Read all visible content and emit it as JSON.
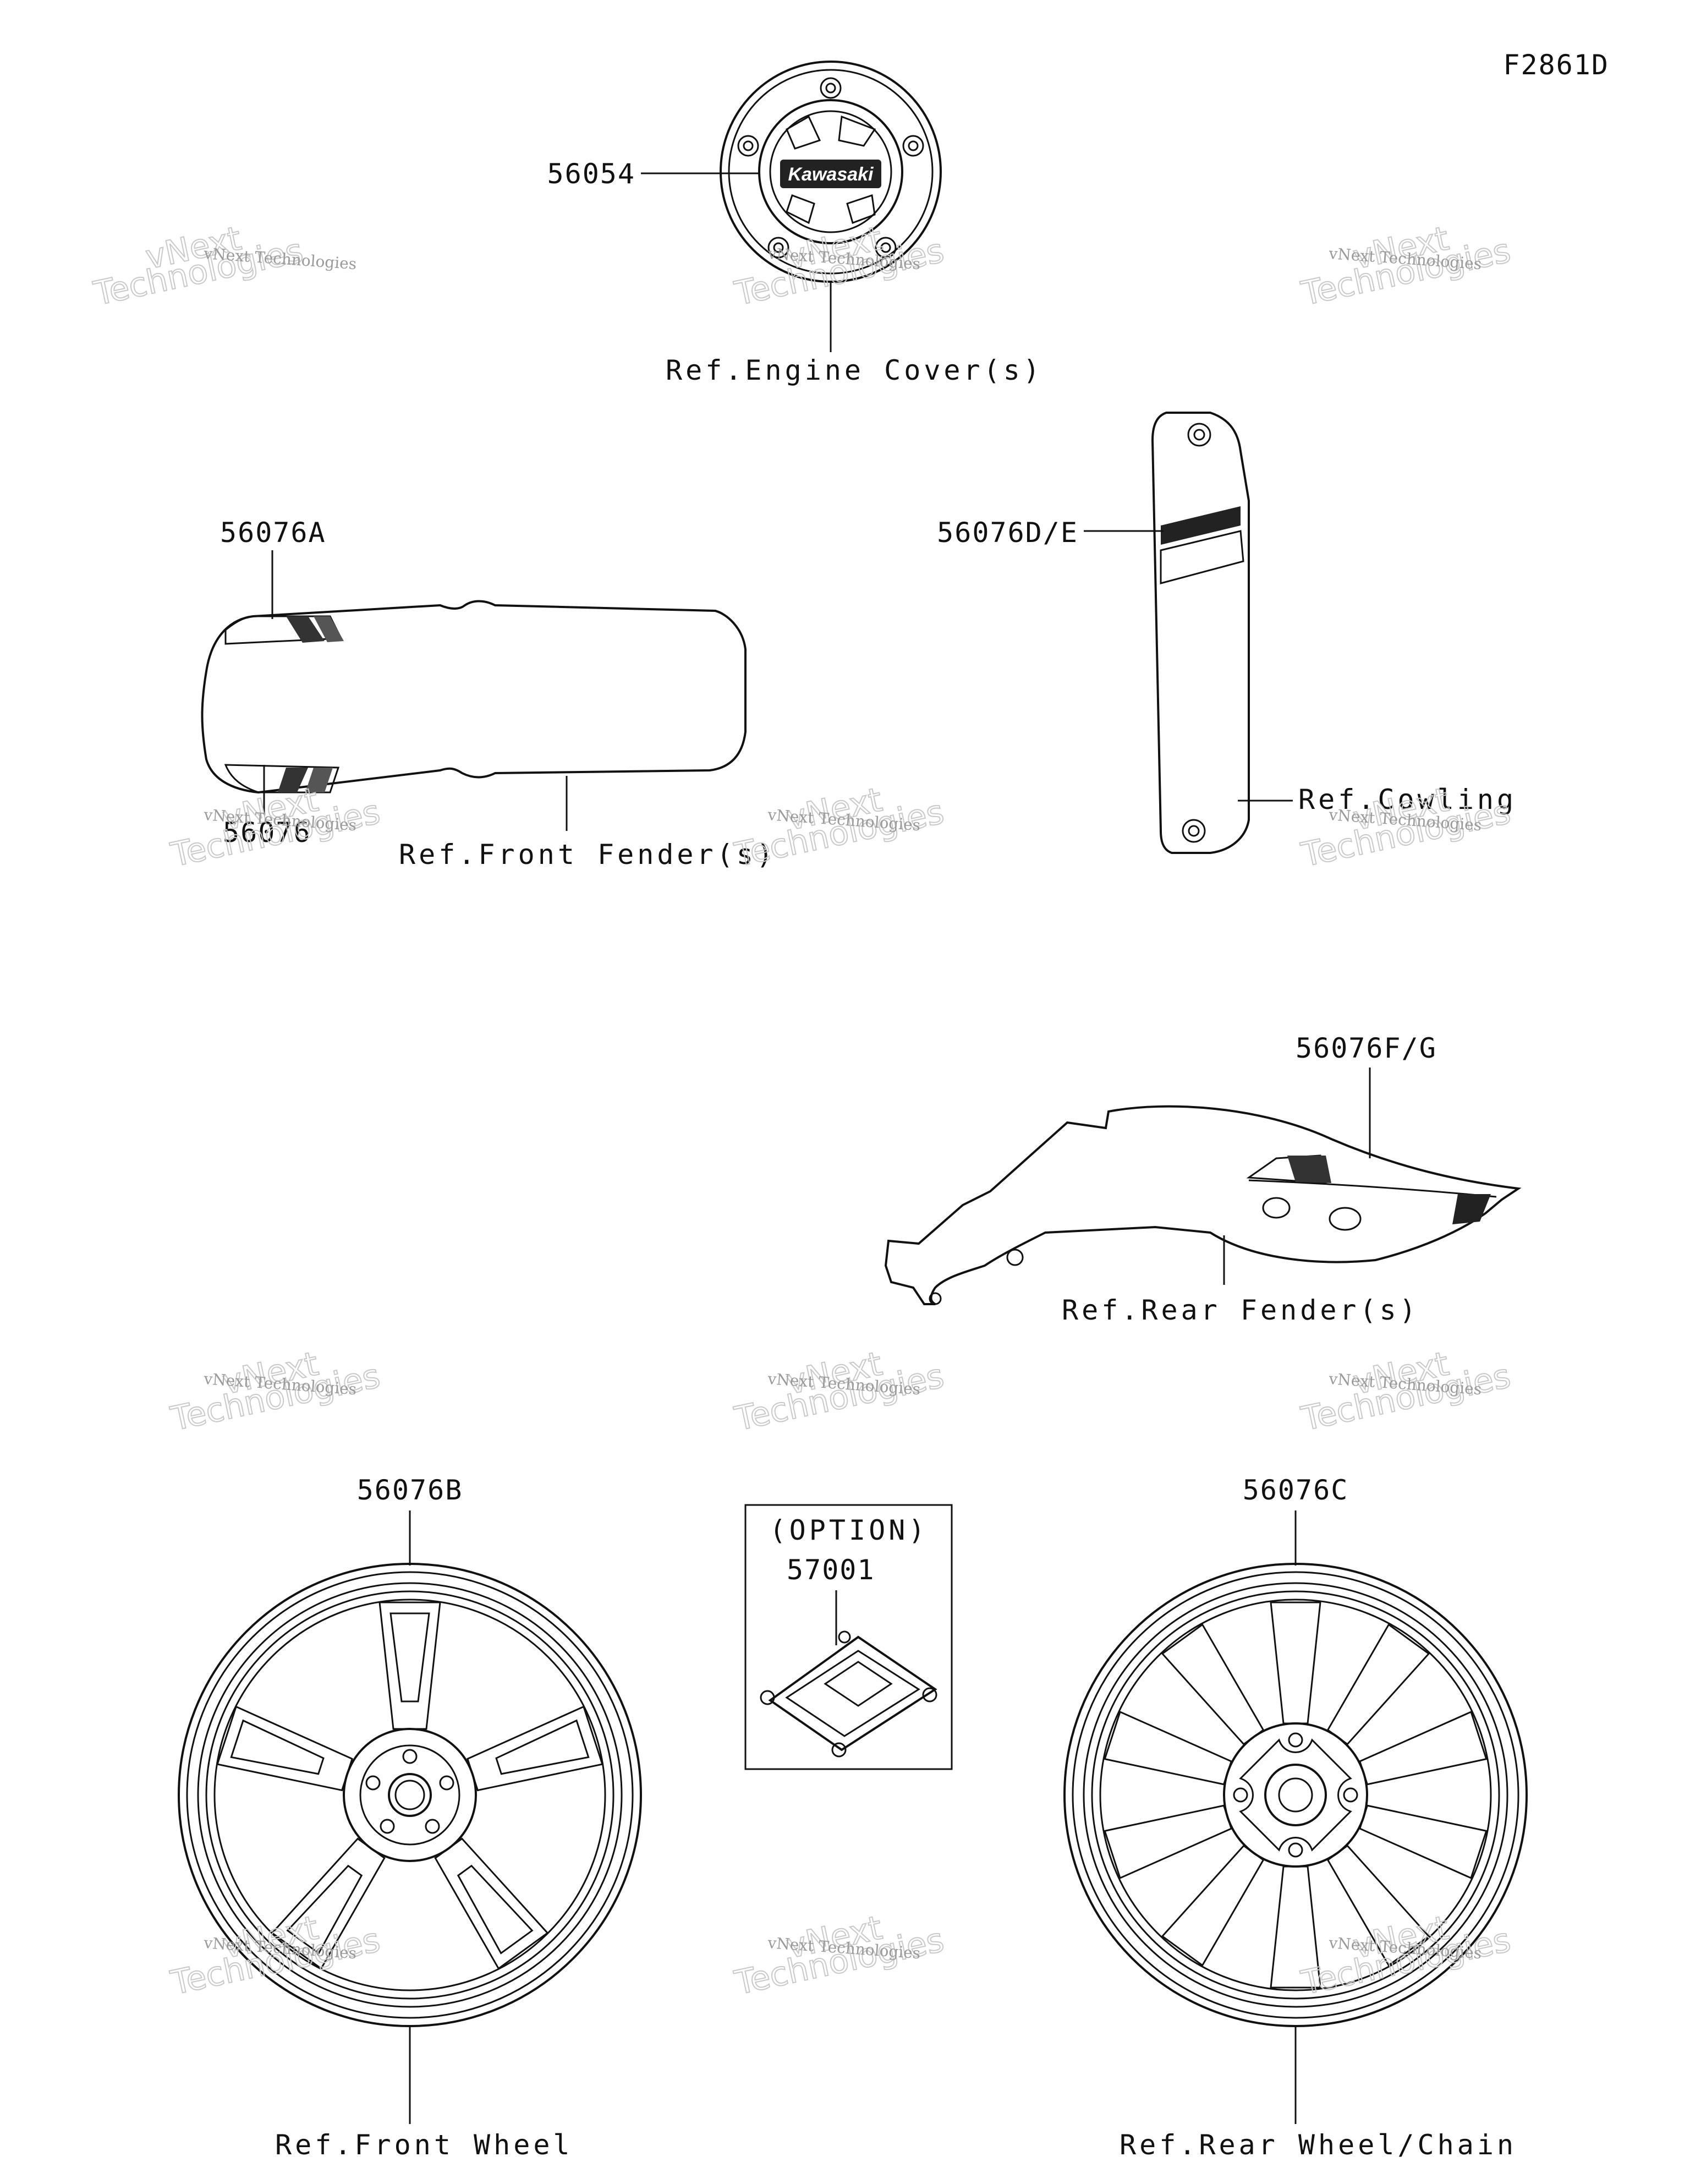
{
  "figure_code": "F2861D",
  "parts": {
    "engine_cover_decal": "56054",
    "front_fender_decal_upper": "56076A",
    "front_fender_decal_lower": "56076",
    "cowling_decal": "56076D/E",
    "rear_fender_decal": "56076F/G",
    "front_wheel_decal": "56076B",
    "option_sticker": "57001",
    "rear_wheel_decal": "56076C"
  },
  "refs": {
    "engine_cover": "Ref.Engine Cover(s)",
    "front_fender": "Ref.Front Fender(s)",
    "cowling": "Ref.Cowling",
    "rear_fender": "Ref.Rear Fender(s)",
    "front_wheel": "Ref.Front Wheel",
    "rear_wheel": "Ref.Rear Wheel/Chain"
  },
  "option_label": "(OPTION)",
  "logo_text": "Kawasaki",
  "watermark": {
    "line1": "vNext Technologies",
    "line2": "vNext",
    "line3": "Technologies"
  }
}
